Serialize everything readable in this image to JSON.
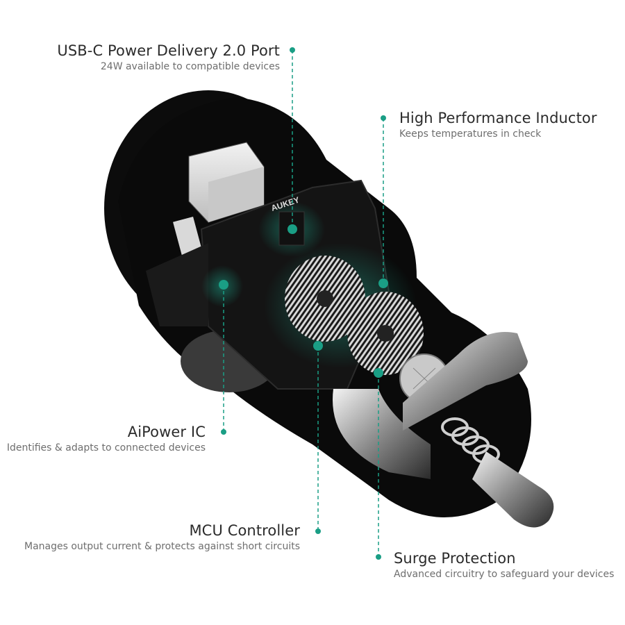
{
  "brand_text": "AUKEY",
  "accent_color": "#1a9e85",
  "callouts": [
    {
      "id": "usb-c-port",
      "title": "USB-C Power Delivery 2.0 Port",
      "subtitle": "24W available to compatible devices"
    },
    {
      "id": "inductor",
      "title": "High Performance Inductor",
      "subtitle": "Keeps temperatures in check"
    },
    {
      "id": "aipower-ic",
      "title": "AiPower IC",
      "subtitle": "Identifies & adapts to connected devices"
    },
    {
      "id": "mcu-controller",
      "title": "MCU Controller",
      "subtitle": "Manages output current & protects against short circuits"
    },
    {
      "id": "surge-protection",
      "title": "Surge Protection",
      "subtitle": "Advanced circuitry to safeguard your devices"
    }
  ]
}
